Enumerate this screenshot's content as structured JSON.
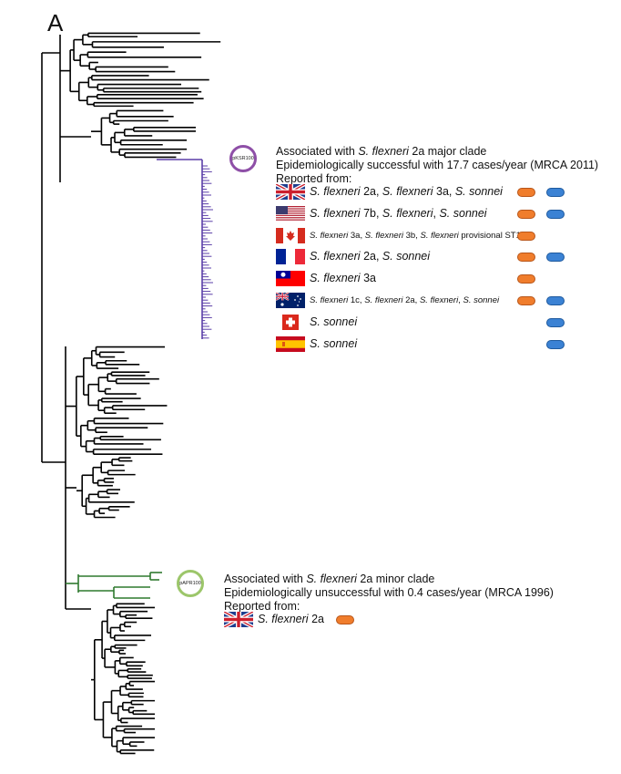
{
  "figure": {
    "panel_label": "A"
  },
  "clade_major": {
    "plasmid_label": "pKSR100",
    "plasmid_color": "#8e4fa7",
    "branch_color": "#5b3fa8",
    "line1_prefix": "Associated with ",
    "line1_species": "S. flexneri",
    "line1_suffix": " 2a major clade",
    "line2": "Epidemiologically successful with 17.7 cases/year (MRCA 2011)",
    "line3": "Reported from:",
    "countries": [
      {
        "flag": "uk-flag",
        "text_parts": [
          [
            "S. flexneri",
            true
          ],
          [
            " 2a, ",
            false
          ],
          [
            "S. flexneri",
            true
          ],
          [
            " 3a, ",
            false
          ],
          [
            "S. sonnei",
            true
          ]
        ],
        "small": false,
        "orange": true,
        "blue": true
      },
      {
        "flag": "usa-flag",
        "text_parts": [
          [
            "S. flexneri",
            true
          ],
          [
            " 7b, ",
            false
          ],
          [
            "S. flexneri",
            true
          ],
          [
            ", ",
            false
          ],
          [
            "S. sonnei",
            true
          ]
        ],
        "small": false,
        "orange": true,
        "blue": true
      },
      {
        "flag": "canada-flag",
        "text_parts": [
          [
            "S. flexneri",
            true
          ],
          [
            " 3a, ",
            false
          ],
          [
            "S. flexneri",
            true
          ],
          [
            " 3b, ",
            false
          ],
          [
            "S. flexneri",
            true
          ],
          [
            " provisional ST104",
            false
          ]
        ],
        "small": true,
        "orange": true,
        "blue": false
      },
      {
        "flag": "france-flag",
        "text_parts": [
          [
            "S. flexneri",
            true
          ],
          [
            " 2a, ",
            false
          ],
          [
            "S. sonnei",
            true
          ]
        ],
        "small": false,
        "orange": true,
        "blue": true
      },
      {
        "flag": "taiwan-flag",
        "text_parts": [
          [
            "S. flexneri",
            true
          ],
          [
            " 3a",
            false
          ]
        ],
        "small": false,
        "orange": true,
        "blue": false
      },
      {
        "flag": "australia-flag",
        "text_parts": [
          [
            "S. flexneri",
            true
          ],
          [
            " 1c, ",
            false
          ],
          [
            "S. flexneri",
            true
          ],
          [
            " 2a, ",
            false
          ],
          [
            "S. flexneri",
            true
          ],
          [
            ", ",
            false
          ],
          [
            "S. sonnei",
            true
          ]
        ],
        "small": true,
        "orange": true,
        "blue": true
      },
      {
        "flag": "switzerland-flag",
        "text_parts": [
          [
            "S. sonnei",
            true
          ]
        ],
        "small": false,
        "orange": false,
        "blue": true
      },
      {
        "flag": "spain-flag",
        "text_parts": [
          [
            "S. sonnei",
            true
          ]
        ],
        "small": false,
        "orange": false,
        "blue": true
      }
    ]
  },
  "clade_minor": {
    "plasmid_label": "pAPR100",
    "plasmid_color": "#9cc66a",
    "branch_color": "#2f7a2f",
    "line1_prefix": "Associated with ",
    "line1_species": "S. flexneri",
    "line1_suffix": " 2a minor clade",
    "line2": "Epidemiologically unsuccessful with 0.4 cases/year (MRCA 1996)",
    "line3": "Reported from:",
    "countries": [
      {
        "flag": "uk-flag",
        "text_parts": [
          [
            "S. flexneri",
            true
          ],
          [
            " 2a",
            false
          ]
        ],
        "small": false,
        "orange": true,
        "blue": false
      }
    ]
  },
  "colors": {
    "orange_marker": "#f07d2c",
    "blue_marker": "#3b82d4",
    "tree_black": "#000000"
  }
}
